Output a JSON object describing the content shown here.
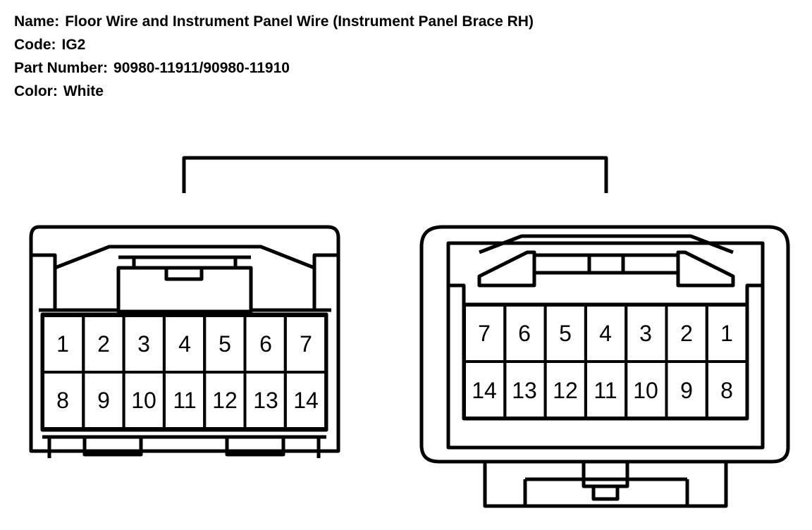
{
  "header": {
    "name_label": "Name:",
    "name_value": "Floor Wire and Instrument Panel Wire (Instrument Panel Brace RH)",
    "code_label": "Code:",
    "code_value": "IG2",
    "part_label": "Part Number:",
    "part_value": "90980-11911/90980-11910",
    "color_label": "Color:",
    "color_value": "White"
  },
  "connectors": {
    "left": {
      "row1": [
        "1",
        "2",
        "3",
        "4",
        "5",
        "6",
        "7"
      ],
      "row2": [
        "8",
        "9",
        "10",
        "11",
        "12",
        "13",
        "14"
      ]
    },
    "right": {
      "row1": [
        "7",
        "6",
        "5",
        "4",
        "3",
        "2",
        "1"
      ],
      "row2": [
        "14",
        "13",
        "12",
        "11",
        "10",
        "9",
        "8"
      ]
    }
  },
  "colors": {
    "line": "#000000",
    "background": "#ffffff"
  }
}
